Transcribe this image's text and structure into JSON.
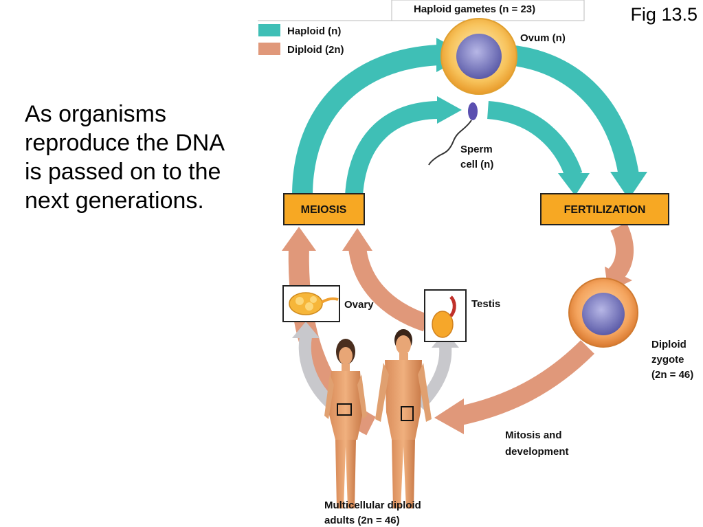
{
  "slide": {
    "figure_label": "Fig 13.5",
    "body_lines": [
      "As organisms",
      "reproduce the DNA",
      "is passed on to the",
      "next generations."
    ]
  },
  "legend": {
    "haploid": "Haploid (n)",
    "diploid": "Diploid (2n)",
    "haploid_color": "#3fbfb6",
    "diploid_color": "#e0987a"
  },
  "diagram": {
    "haploid_gametes": "Haploid gametes (n = 23)",
    "ovum": "Ovum (n)",
    "sperm_line1": "Sperm",
    "sperm_line2": "cell (n)",
    "meiosis": "MEIOSIS",
    "fertilization": "FERTILIZATION",
    "ovary": "Ovary",
    "testis": "Testis",
    "zygote_line1": "Diploid",
    "zygote_line2": "zygote",
    "zygote_line3": "(2n = 46)",
    "mitosis_line1": "Mitosis and",
    "mitosis_line2": "development",
    "adults_line1": "Multicellular diploid",
    "adults_line2": "adults (2n = 46)",
    "box_fill": "#f7a823"
  }
}
